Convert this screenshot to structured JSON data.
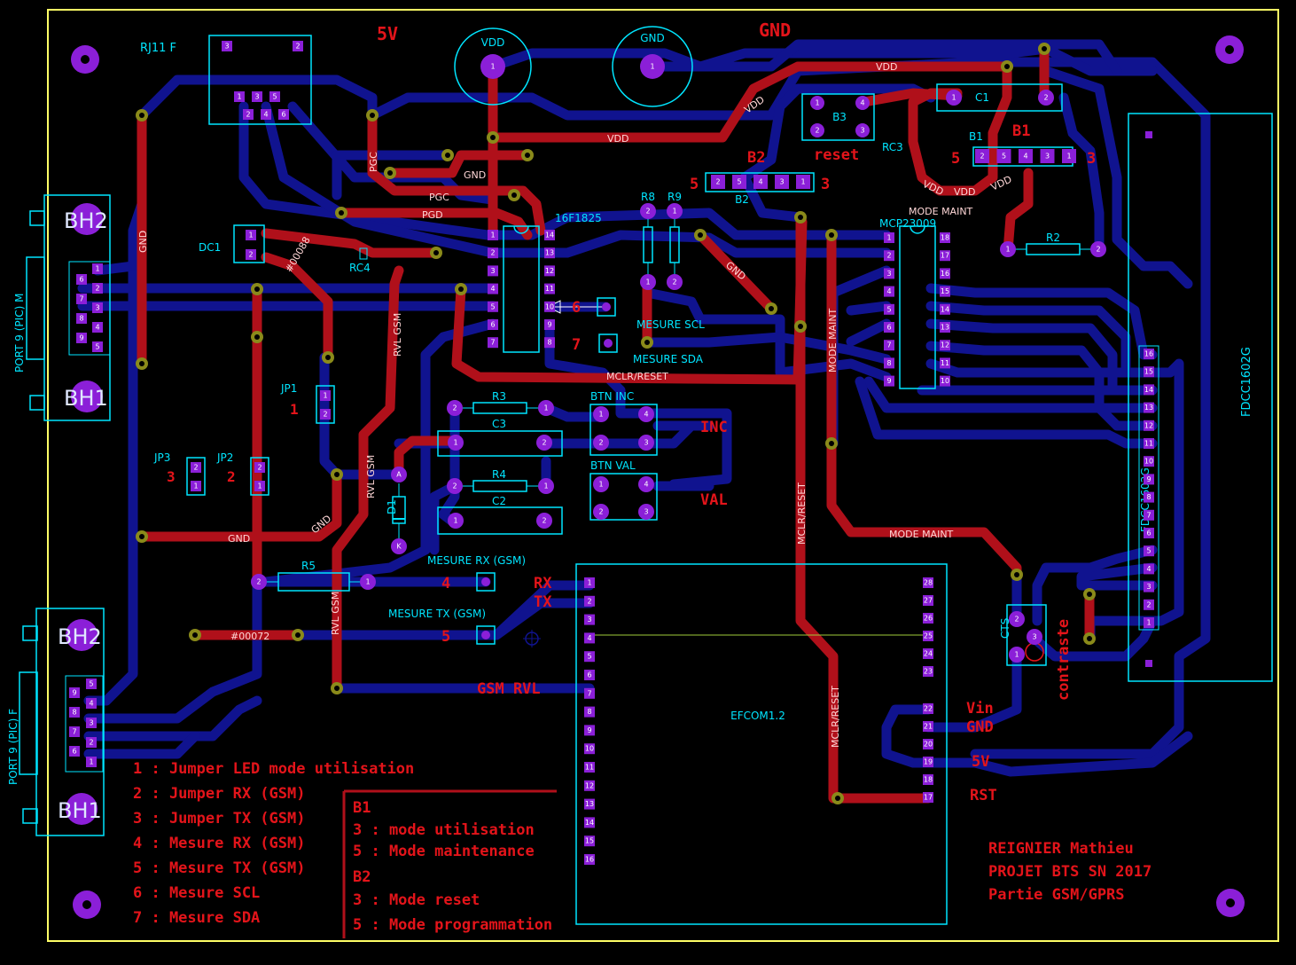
{
  "colors": {
    "background": "#000000",
    "outline": "#ffff66",
    "top_copper": "#b0101a",
    "bottom_copper": "#10138f",
    "silkscreen": "#00e5ff",
    "via": "#8a8a1a",
    "hole": "#8b1fd8",
    "copper_text": "#e3141a"
  },
  "components": {
    "rj11": {
      "ref": "RJ11 F",
      "pins_top": [
        "3",
        "2"
      ],
      "pins_row1": [
        "1",
        "3",
        "5"
      ],
      "pins_row2": [
        "2",
        "4",
        "6"
      ]
    },
    "vdd_pad": {
      "label": "VDD",
      "pin": "1"
    },
    "gnd_pad": {
      "label": "GND",
      "pin": "1"
    },
    "pic": {
      "ref": "16F1825",
      "left_pins": [
        "1",
        "2",
        "3",
        "4",
        "5",
        "6",
        "7"
      ],
      "right_pins": [
        "14",
        "13",
        "12",
        "11",
        "10",
        "9",
        "8"
      ]
    },
    "mcp": {
      "ref": "MCP23009",
      "left_pins": [
        "1",
        "2",
        "3",
        "4",
        "5",
        "6",
        "7",
        "8",
        "9"
      ],
      "right_pins": [
        "18",
        "17",
        "16",
        "15",
        "14",
        "13",
        "12",
        "11",
        "10"
      ]
    },
    "b3": {
      "ref": "B3",
      "pins": [
        "1",
        "4",
        "2",
        "3"
      ]
    },
    "c1": {
      "ref": "C1",
      "pins": [
        "1",
        "2"
      ]
    },
    "b1": {
      "ref": "B1",
      "pins": [
        "2",
        "5",
        "4",
        "3",
        "1"
      ],
      "left_num": "5",
      "right_num": "3"
    },
    "b2": {
      "ref": "B2",
      "pins": [
        "2",
        "5",
        "4",
        "3",
        "1"
      ],
      "left_num": "5",
      "right_num": "3"
    },
    "r8": {
      "ref": "R8",
      "pins": [
        "2",
        "1"
      ]
    },
    "r9": {
      "ref": "R9",
      "pins": [
        "1",
        "2"
      ]
    },
    "r2": {
      "ref": "R2",
      "pins": [
        "1",
        "2"
      ]
    },
    "r3": {
      "ref": "R3",
      "pins": [
        "2",
        "1"
      ]
    },
    "r4": {
      "ref": "R4",
      "pins": [
        "2",
        "1"
      ]
    },
    "r5": {
      "ref": "R5",
      "pins": [
        "2",
        "1"
      ]
    },
    "c2": {
      "ref": "C2",
      "pins": [
        "1",
        "2"
      ]
    },
    "c3": {
      "ref": "C3",
      "pins": [
        "1",
        "2"
      ]
    },
    "dc1": {
      "ref": "DC1",
      "pins": [
        "1",
        "2"
      ]
    },
    "rc4": {
      "ref": "RC4"
    },
    "rc3": {
      "ref": "RC3"
    },
    "jp1": {
      "ref": "JP1",
      "num": "1",
      "pins": [
        "1",
        "2"
      ]
    },
    "jp2": {
      "ref": "JP2",
      "num": "2",
      "pins": [
        "2",
        "1"
      ]
    },
    "jp3": {
      "ref": "JP3",
      "num": "3",
      "pins": [
        "2",
        "1"
      ]
    },
    "btn_inc": {
      "ref": "BTN INC",
      "pins": [
        "1",
        "4",
        "2",
        "3"
      ],
      "label": "INC"
    },
    "btn_val": {
      "ref": "BTN VAL",
      "pins": [
        "1",
        "4",
        "2",
        "3"
      ],
      "label": "VAL"
    },
    "d1": {
      "ref": "D1",
      "anode": "A",
      "cathode": "K"
    },
    "cts": {
      "ref": "CTS",
      "pins": [
        "2",
        "1",
        "3"
      ],
      "label": "contraste"
    },
    "fdcc": {
      "ref": "FDCC1602G",
      "pins": [
        "16",
        "15",
        "14",
        "13",
        "12",
        "11",
        "10",
        "9",
        "8",
        "7",
        "6",
        "5",
        "4",
        "3",
        "2",
        "1"
      ]
    },
    "efcom": {
      "ref": "EFCOM1.2",
      "left_pins": [
        "1",
        "2",
        "3",
        "4",
        "5",
        "6",
        "7",
        "8",
        "9",
        "10",
        "11",
        "12",
        "13",
        "14",
        "15",
        "16"
      ],
      "right_pins_top": [
        "28",
        "27",
        "26",
        "25",
        "24",
        "23"
      ],
      "right_pins_bottom": [
        "22",
        "21",
        "20",
        "19",
        "18",
        "17"
      ]
    },
    "port_m": {
      "ref": "PORT 9 (PIC) M",
      "pins_a": [
        "1",
        "2",
        "3",
        "4",
        "5"
      ],
      "pins_b": [
        "6",
        "7",
        "8",
        "9"
      ],
      "bh2": "BH2",
      "bh1": "BH1"
    },
    "port_f": {
      "ref": "PORT 9 (PIC) F",
      "pins_a": [
        "5",
        "4",
        "3",
        "2",
        "1"
      ],
      "pins_b": [
        "9",
        "8",
        "7",
        "6"
      ],
      "bh2": "BH2",
      "bh1": "BH1"
    }
  },
  "labels": {
    "top_5v": "5V",
    "top_gnd": "GND",
    "reset": "reset",
    "mesure_scl": "MESURE SCL",
    "mesure_sda": "MESURE SDA",
    "mesure_rx": "MESURE RX (GSM)",
    "mesure_tx": "MESURE TX (GSM)",
    "num_4": "4",
    "num_5": "5",
    "num_6": "6",
    "num_7": "7",
    "rx": "RX",
    "tx": "TX",
    "gsm_rvl": "GSM RVL",
    "vin": "Vin",
    "gnd_pin": "GND",
    "v5_pin": "5V",
    "rst_pin": "RST"
  },
  "nets": {
    "vdd": "VDD",
    "gnd": "GND",
    "pgc": "PGC",
    "pgd": "PGD",
    "mclr": "MCLR/RESET",
    "mode_maint": "MODE MAINT",
    "rvl_gsm": "RVL GSM",
    "n88": "#00088",
    "n72": "#00072"
  },
  "legend": [
    "1 : Jumper LED mode utilisation",
    "2 : Jumper RX (GSM)",
    "3 : Jumper TX (GSM)",
    "4 : Mesure RX (GSM)",
    "5 : Mesure TX (GSM)",
    "6 : Mesure SCL",
    "7 : Mesure SDA"
  ],
  "modes": {
    "b1_title": "B1",
    "b1_lines": [
      "3 : mode utilisation",
      "5 : Mode maintenance"
    ],
    "b2_title": "B2",
    "b2_lines": [
      "3 : Mode reset",
      "5 : Mode programmation"
    ]
  },
  "credits": [
    "REIGNIER Mathieu",
    "PROJET BTS SN 2017",
    "Partie GSM/GPRS"
  ]
}
